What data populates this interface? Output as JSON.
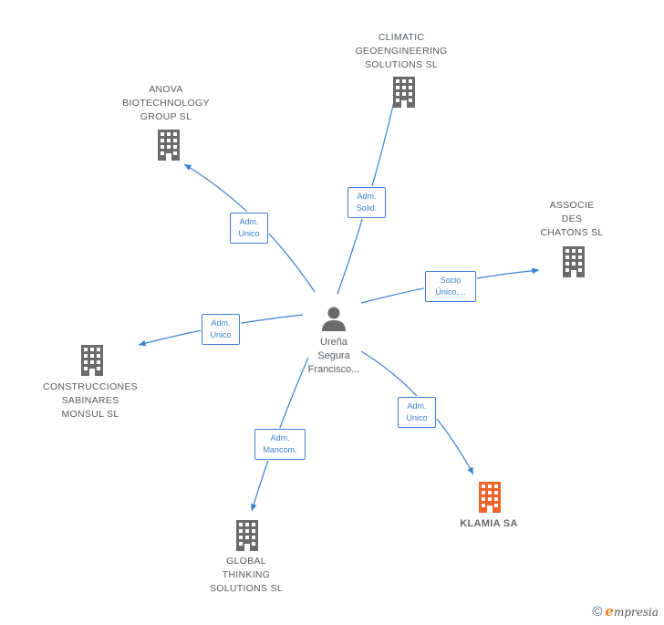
{
  "center": {
    "name_lines": [
      "Ureña",
      "Segura",
      "Francisco..."
    ]
  },
  "nodes": [
    {
      "id": "anova",
      "label": "ANOVA\nBIOTECHNOLOGY\nGROUP SL",
      "highlight": false
    },
    {
      "id": "climatic",
      "label": "CLIMATIC\nGEOENGINEERING\nSOLUTIONS SL",
      "highlight": false
    },
    {
      "id": "associe",
      "label": "ASSOCIE\nDES\nCHATONS SL",
      "highlight": false
    },
    {
      "id": "construcciones",
      "label": "CONSTRUCCIONES\nSABINARES\nMONSUL SL",
      "highlight": false
    },
    {
      "id": "klamia",
      "label": "KLAMIA SA",
      "highlight": true
    },
    {
      "id": "global",
      "label": "GLOBAL\nTHINKING\nSOLUTIONS SL",
      "highlight": false
    }
  ],
  "edges": [
    {
      "target": "anova",
      "label": "Adm.\nUnico"
    },
    {
      "target": "climatic",
      "label": "Adm.\nSolid."
    },
    {
      "target": "associe",
      "label": "Socio\nÚnico,..."
    },
    {
      "target": "construcciones",
      "label": "Adm.\nUnico"
    },
    {
      "target": "klamia",
      "label": "Adm.\nUnico"
    },
    {
      "target": "global",
      "label": "Adm.\nMancom."
    }
  ],
  "colors": {
    "edge": "#3a7fd5",
    "building": "#6b6b6b",
    "building_highlight": "#f0632b",
    "person": "#6b6b6b"
  },
  "footer": {
    "copyright_symbol": "©",
    "brand_initial": "e",
    "brand_rest": "mpresia"
  }
}
